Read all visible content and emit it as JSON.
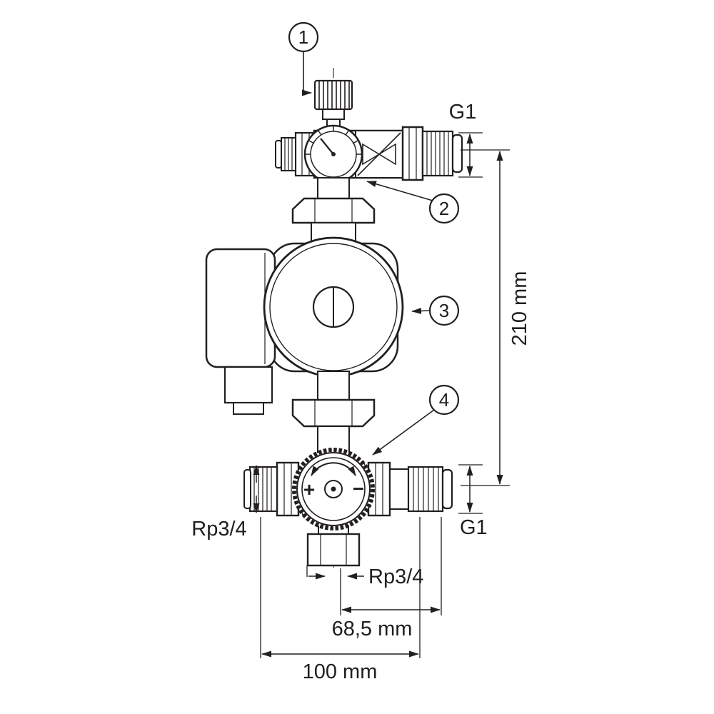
{
  "drawing": {
    "type": "technical-dimensional-drawing",
    "subject": "pump-group-with-mixing-valve",
    "callouts": {
      "c1": "1",
      "c2": "2",
      "c3": "3",
      "c4": "4"
    },
    "labels": {
      "thread_top_right": "G1",
      "overall_height": "210 mm",
      "thread_left": "Rp3/4",
      "thread_right": "G1",
      "thread_bottom": "Rp3/4",
      "width_center_to_right": "68,5 mm",
      "overall_width": "100 mm",
      "valve_plus": "+",
      "valve_minus": "−"
    },
    "colors": {
      "line": "#231f20",
      "background": "#ffffff"
    }
  }
}
